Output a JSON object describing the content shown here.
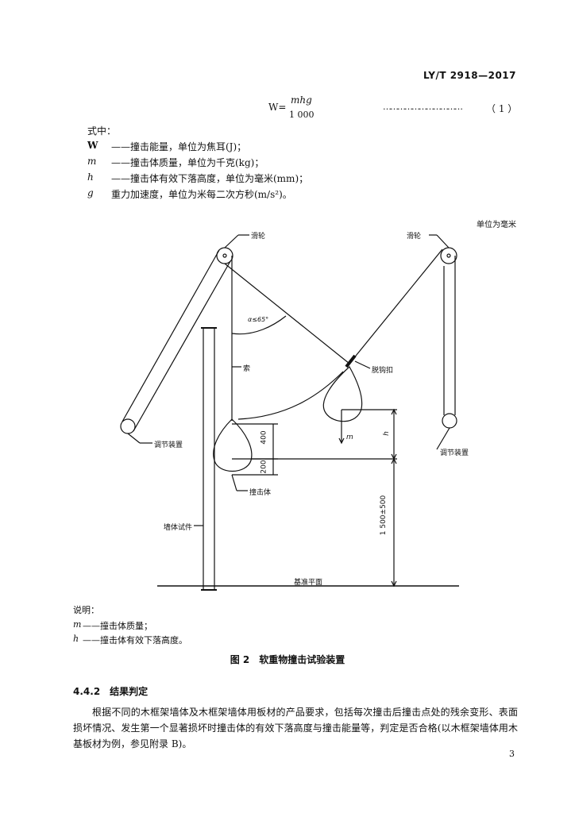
{
  "header": {
    "standard_no": "LY/T 2918—2017"
  },
  "formula": {
    "lhs": "W=",
    "numerator": "mhg",
    "denominator": "1 000",
    "leader": "……………………………",
    "number": "（ 1 ）"
  },
  "legend_intro": "式中：",
  "definitions": [
    {
      "symbol": "W",
      "text": "——撞击能量，单位为焦耳(J)；"
    },
    {
      "symbol": "m",
      "text": "——撞击体质量，单位为千克(kg)；"
    },
    {
      "symbol": "h",
      "text": "——撞击体有效下落高度，单位为毫米(mm)；"
    },
    {
      "symbol": "g",
      "text": "  重力加速度，单位为米每二次方秒(m/s²)。"
    }
  ],
  "figure": {
    "unit_note": "单位为毫米",
    "labels": {
      "pulley_left": "滑轮",
      "pulley_right": "滑轮",
      "rope": "索",
      "angle": "α≤65°",
      "quick_release": "脱钩扣",
      "mass": "m",
      "height": "h",
      "adjuster_left": "调节装置",
      "adjuster_right": "调节装置",
      "dim_400": "400",
      "dim_200": "200",
      "impactor": "撞击体",
      "wall_specimen": "墙体试件",
      "dim_1500": "1 500±500",
      "base_plane": "基准平面"
    },
    "notes_title": "说明：",
    "notes": [
      {
        "symbol": "m",
        "text": "——撞击体质量；"
      },
      {
        "symbol": "h",
        "text": "——撞击体有效下落高度。"
      }
    ],
    "caption": "图 2　软重物撞击试验装置"
  },
  "section": {
    "title": "4.4.2　结果判定"
  },
  "paragraph": "根据不同的木框架墙体及木框架墙体用板材的产品要求，包括每次撞击后撞击点处的残余变形、表面损坏情况、发生第一个显著损坏时撞击体的有效下落高度与撞击能量等，判定是否合格(以木框架墙体用木基板材为例，参见附录 B)。",
  "page_number": "3"
}
